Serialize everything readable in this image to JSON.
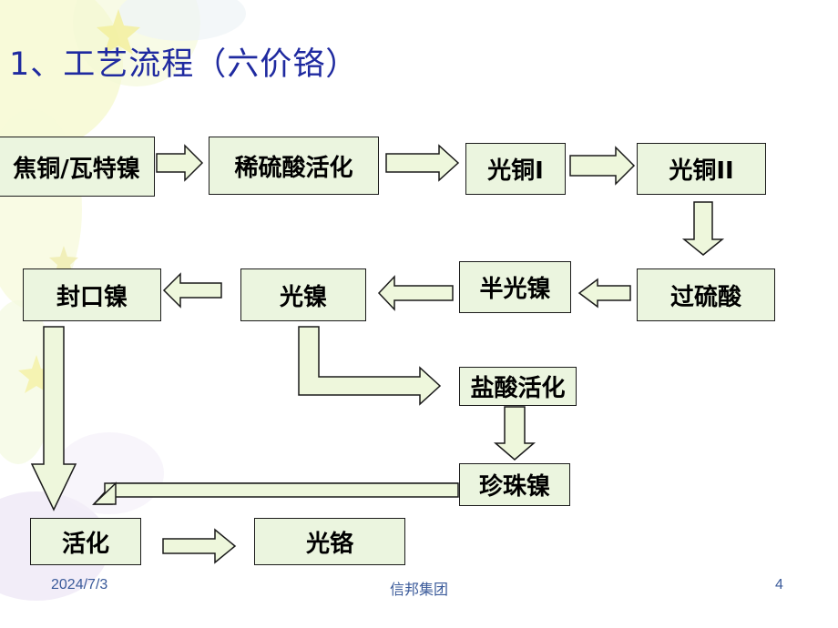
{
  "slide": {
    "title": "1、工艺流程（六价铬）",
    "footer_date": "2024/7/3",
    "footer_company": "信邦集团",
    "page_number": "4"
  },
  "colors": {
    "box_fill": "#ebf5df",
    "arrow_fill": "#eef7dc",
    "stroke": "#1a1a1a",
    "title": "#1f2aa0"
  },
  "steps": {
    "s1": "焦铜/瓦特镍",
    "s2": "稀硫酸活化",
    "s3": "光铜I",
    "s4": "光铜II",
    "s5": "过硫酸",
    "s6": "半光镍",
    "s7": "光镍",
    "s8": "封口镍",
    "s9": "盐酸活化",
    "s10": "珍珠镍",
    "s11": "活化",
    "s12": "光铬"
  }
}
